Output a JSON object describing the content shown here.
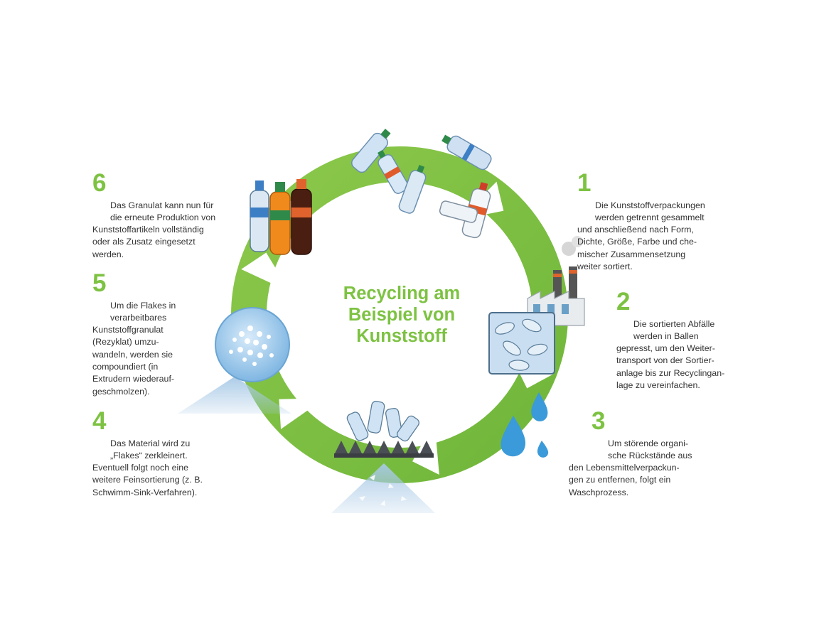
{
  "title": "Recycling am\nBeispiel von\nKunststoff",
  "colors": {
    "accent": "#7dc242",
    "accent_dark": "#5fa12c",
    "arrow_light": "#ffffff",
    "text": "#333333",
    "flake_blue": "#a8c9e6",
    "water_blue": "#3b9ad9"
  },
  "steps": [
    {
      "number": "1",
      "text": "Die Kunststoffverpackungen\nwerden getrennt gesammelt\nund anschließend nach Form,\nDichte, Größe, Farbe und che-\nmischer Zusammensetzung\nweiter sortiert.",
      "icon": "sorted-bottles-icon"
    },
    {
      "number": "2",
      "text": "Die sortierten Abfälle\nwerden in Ballen\ngepresst, um den Weiter-\ntransport von der Sortier-\nanlage bis zur Recyclingan-\nlage zu vereinfachen.",
      "icon": "factory-bale-icon"
    },
    {
      "number": "3",
      "text": "Um störende organi-\nsche Rückstände aus\nden Lebensmittelverpackun-\ngen zu entfernen, folgt ein\nWaschprozess.",
      "icon": "water-drops-icon"
    },
    {
      "number": "4",
      "text": "Das Material wird zu\n„Flakes“ zerkleinert.\nEventuell folgt noch eine\nweitere Feinsortierung (z. B.\nSchwimm-Sink-Verfahren).",
      "icon": "shredder-flakes-icon"
    },
    {
      "number": "5",
      "text": "Um die Flakes in\nverarbeitbares\nKunststoffgranulat\n(Rezyklat) umzu-\nwandeln, werden sie\ncompoundiert (in\nExtrudern wiederauf-\ngeschmolzen).",
      "icon": "granulate-icon"
    },
    {
      "number": "6",
      "text": "Das Granulat kann nun für\ndie erneute Produktion von\nKunststoffartikeln vollständig\noder als Zusatz eingesetzt\nwerden.",
      "icon": "new-bottles-icon"
    }
  ]
}
